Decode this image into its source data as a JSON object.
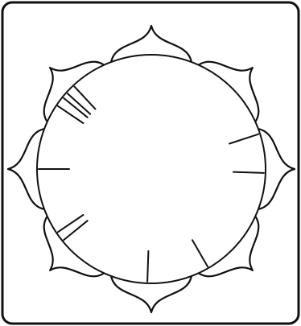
{
  "illustration": {
    "subject": "dial-with-lotus-petals",
    "petal_count": 8,
    "tick_mark_count": 11,
    "stroke_color": "#111111",
    "background_color": "#ffffff"
  }
}
